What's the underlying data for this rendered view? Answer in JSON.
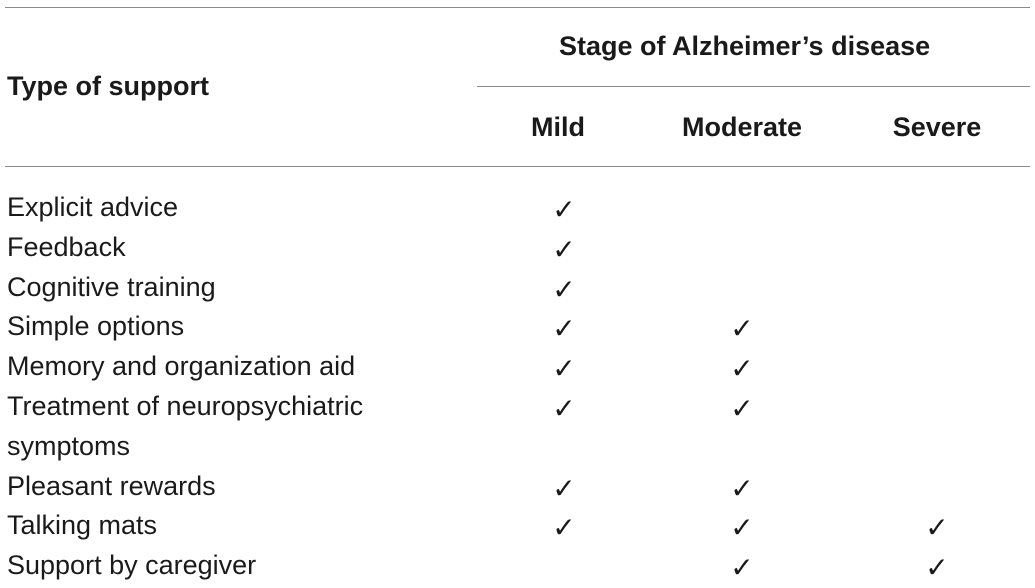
{
  "table": {
    "type_header": "Type of support",
    "group_header": "Stage of Alzheimer’s disease",
    "columns": [
      "Mild",
      "Moderate",
      "Severe"
    ],
    "check_glyph": "✓",
    "rows": [
      {
        "label": "Explicit advice",
        "mild": true,
        "moderate": false,
        "severe": false
      },
      {
        "label": "Feedback",
        "mild": true,
        "moderate": false,
        "severe": false
      },
      {
        "label": "Cognitive training",
        "mild": true,
        "moderate": false,
        "severe": false
      },
      {
        "label": "Simple options",
        "mild": true,
        "moderate": true,
        "severe": false
      },
      {
        "label": "Memory and organization aid",
        "mild": true,
        "moderate": true,
        "severe": false
      },
      {
        "label": "Treatment of neuropsychiatric symptoms",
        "mild": true,
        "moderate": true,
        "severe": false
      },
      {
        "label": "Pleasant rewards",
        "mild": true,
        "moderate": true,
        "severe": false
      },
      {
        "label": "Talking mats",
        "mild": true,
        "moderate": true,
        "severe": true
      },
      {
        "label": "Support by caregiver",
        "mild": false,
        "moderate": true,
        "severe": true
      }
    ]
  }
}
